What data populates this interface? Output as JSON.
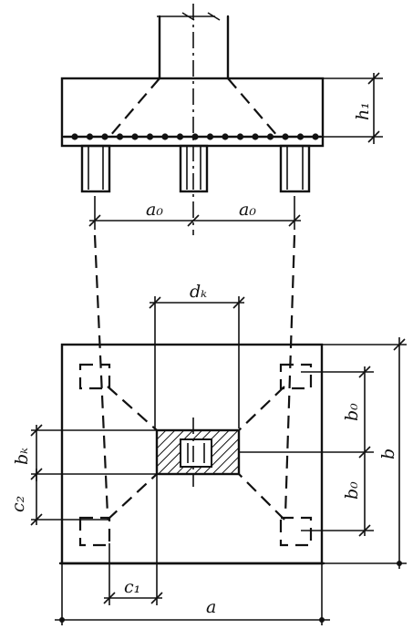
{
  "labels": {
    "h1": "h₁",
    "a0_left": "a₀",
    "a0_right": "a₀",
    "dk": "dₖ",
    "b0_top": "b₀",
    "b0_bottom": "b₀",
    "b": "b",
    "bk": "bₖ",
    "c2": "c₂",
    "c1": "c₁",
    "a": "a"
  }
}
